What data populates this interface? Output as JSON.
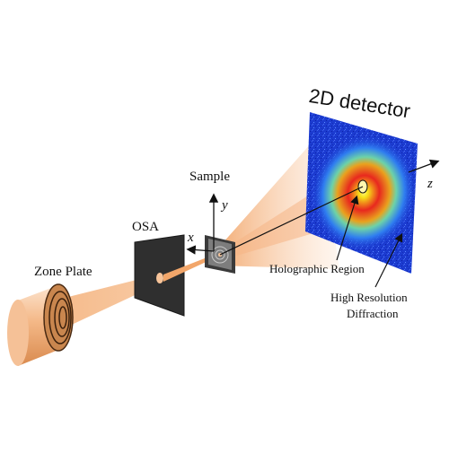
{
  "labels": {
    "detector": "2D detector",
    "sample": "Sample",
    "osa": "OSA",
    "zone_plate": "Zone Plate",
    "holographic_region": "Holographic Region",
    "high_res_line1": "High Resolution",
    "high_res_line2": "Diffraction"
  },
  "axes": {
    "x": "x",
    "y": "y",
    "z": "z"
  },
  "colors": {
    "beam": "#f2a66a",
    "beam_light": "#fbd9bc",
    "osa_plate": "#3a3a3a",
    "detector_background": "#1f3fd6",
    "holographic_center": "#f0f020",
    "ring_red": "#e8281e",
    "text": "#111111"
  }
}
